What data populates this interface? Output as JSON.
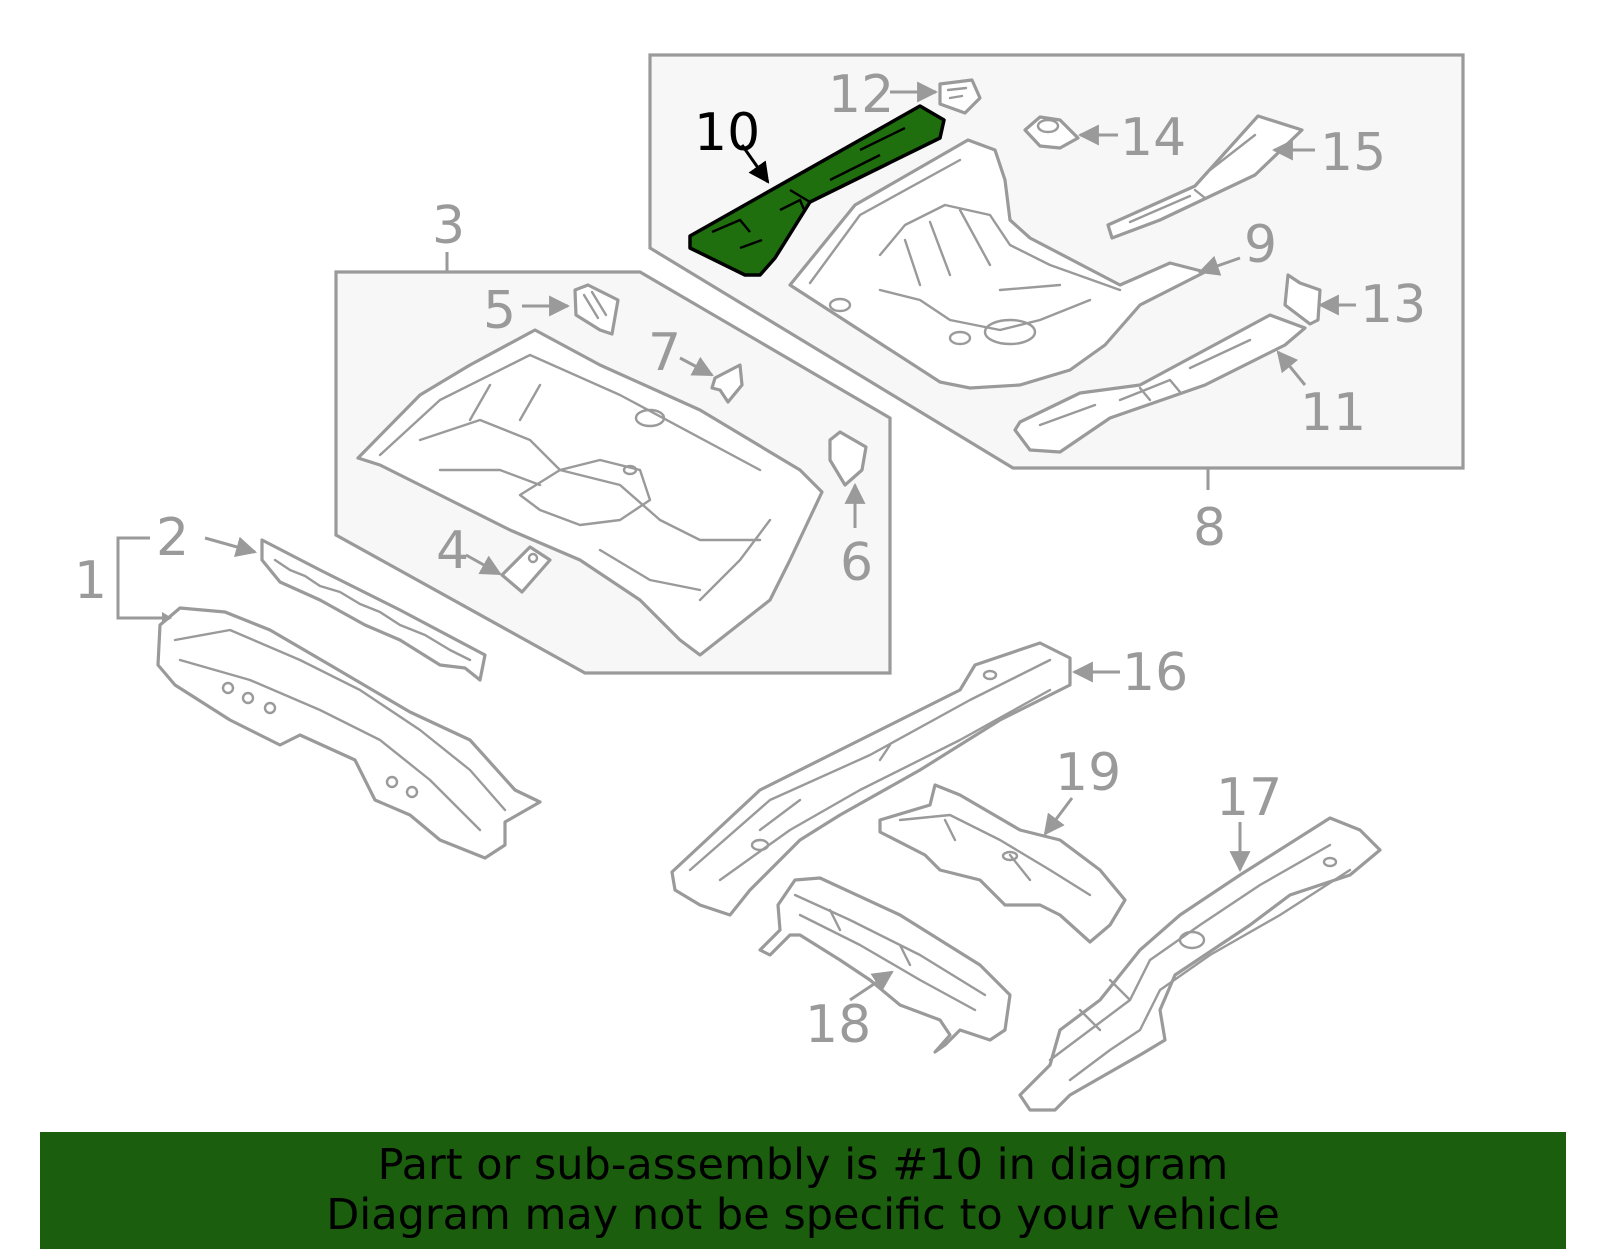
{
  "diagram": {
    "highlight_color": "#1f6f0f",
    "banner_color": "#1a5e0e",
    "highlighted_part": "10",
    "callouts": {
      "c1": "1",
      "c2": "2",
      "c3": "3",
      "c4": "4",
      "c5": "5",
      "c6": "6",
      "c7": "7",
      "c8": "8",
      "c9": "9",
      "c10": "10",
      "c11": "11",
      "c12": "12",
      "c13": "13",
      "c14": "14",
      "c15": "15",
      "c16": "16",
      "c17": "17",
      "c18": "18",
      "c19": "19"
    }
  },
  "banner": {
    "line1": "Part or sub-assembly is #10 in diagram",
    "line2": "Diagram may not be specific to your vehicle"
  }
}
